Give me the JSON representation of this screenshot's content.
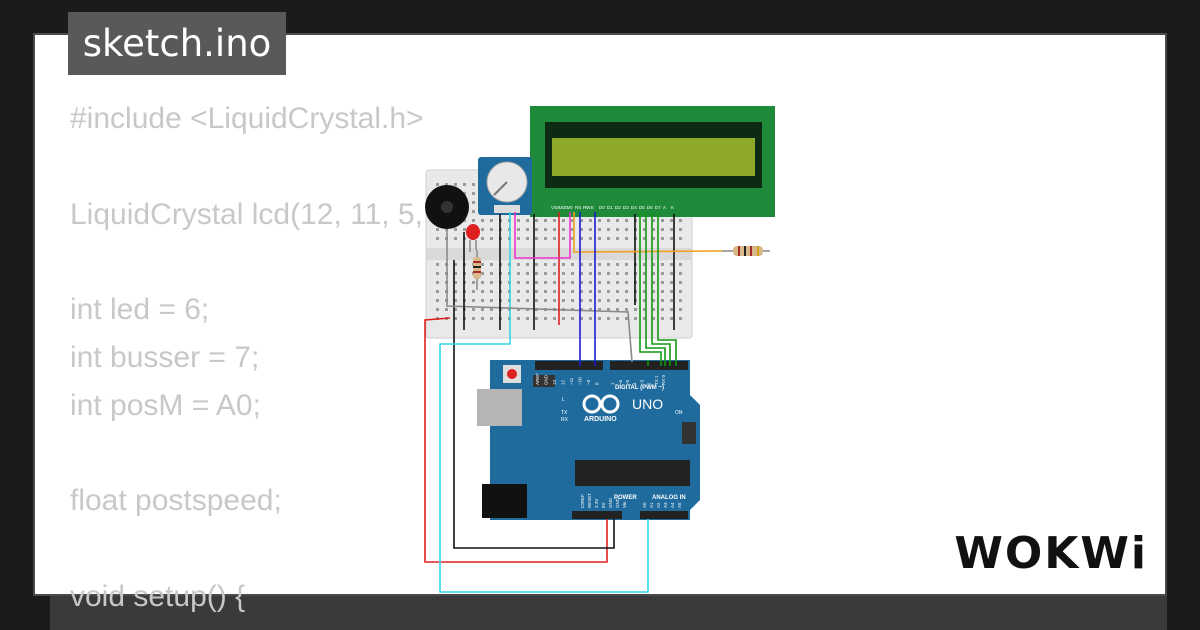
{
  "window": {
    "tab_label": "sketch.ino"
  },
  "code_lines": [
    "#include <LiquidCrystal.h>",
    "",
    "LiquidCrystal lcd(12, 11, 5, 4, 3, 2);",
    "",
    "int led = 6;",
    "int busser = 7;",
    "int posM = A0;",
    "",
    "float postspeed;",
    "",
    "void setup() {"
  ],
  "brand": {
    "logo_text": "WOKWi"
  },
  "board": {
    "name_label": "UNO",
    "maker_label": "ARDUINO",
    "digital_header": "DIGITAL (PWM ~)",
    "power_header": "POWER",
    "analog_header": "ANALOG IN",
    "tx_label": "TX",
    "rx_label": "RX",
    "l_label": "L",
    "on_label": "ON",
    "top_pins": [
      "AREF",
      "GND",
      "13",
      "12",
      "~11",
      "~10",
      "~9",
      "8",
      "7",
      "~6",
      "~5",
      "4",
      "~3",
      "2",
      "TX 1",
      "RX 0"
    ],
    "power_pins": [
      "IOREF",
      "RESET",
      "3.3V",
      "5V",
      "GND",
      "GND",
      "Vin"
    ],
    "analog_pins": [
      "A0",
      "A1",
      "A2",
      "A3",
      "A4",
      "A5"
    ]
  },
  "lcd": {
    "pin_labels": [
      "VSS",
      "VDD",
      "V0",
      "RS",
      "RW",
      "E",
      "D0",
      "D1",
      "D2",
      "D3",
      "D4",
      "D5",
      "D6",
      "D7",
      "A",
      "K"
    ]
  },
  "colors": {
    "board": "#1f6b9e",
    "lcd_pcb": "#1e8a3a",
    "lcd_screen": "#8ea82a",
    "wire_red": "#e02020",
    "wire_black": "#111111",
    "wire_cyan": "#33d6e6",
    "wire_green": "#119911",
    "wire_blue": "#1a1ad0",
    "wire_orange": "#f0a020",
    "wire_magenta": "#ee33cc",
    "wire_gray": "#8a8a8a"
  }
}
